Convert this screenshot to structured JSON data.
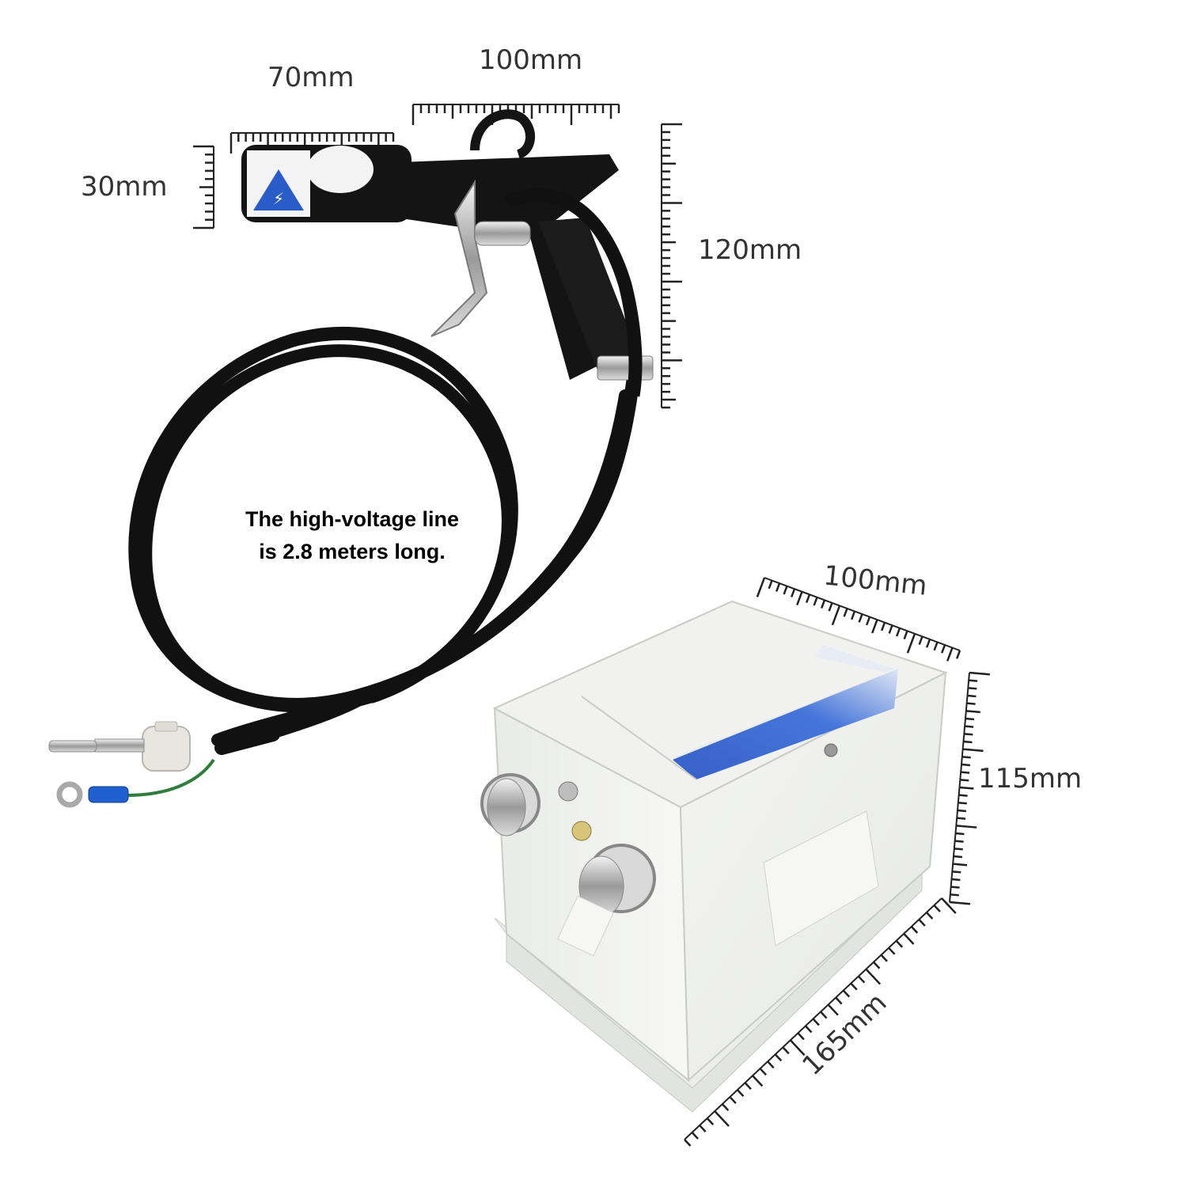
{
  "gun_dimensions": {
    "nozzle_length": "70mm",
    "body_length": "100mm",
    "nozzle_diameter": "30mm",
    "height": "120mm"
  },
  "cable_caption": {
    "line1": "The high-voltage line",
    "line2": "is 2.8 meters long."
  },
  "generator_dimensions": {
    "width": "100mm",
    "height": "115mm",
    "length": "165mm"
  },
  "colors": {
    "background": "#ffffff",
    "cable": "#111111",
    "box_body": "#f2f3f1",
    "box_top_accent": "#2f5fc8",
    "ruler": "#222222",
    "text": "#333333"
  }
}
